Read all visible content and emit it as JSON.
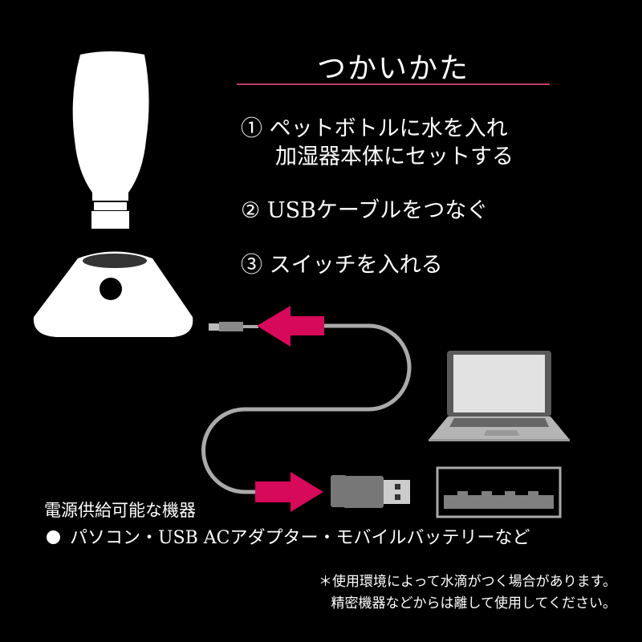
{
  "title": "つかいかた",
  "steps": [
    {
      "num": "①",
      "line1": "ペットボトルに水を入れ",
      "line2": "加湿器本体にセットする"
    },
    {
      "num": "②",
      "line1": "USBケーブルをつなぐ"
    },
    {
      "num": "③",
      "line1": "スイッチを入れる"
    }
  ],
  "devices": {
    "heading": "電源供給可能な機器",
    "list": "パソコン・USB ACアダプター・モバイルバッテリーなど"
  },
  "notes": [
    "＊使用環境によって水滴がつく場合があります。",
    "精密機器などからは離して使用してください。"
  ],
  "colors": {
    "accent": "#d6095a",
    "background": "#000000",
    "device_gray": "#808080"
  }
}
